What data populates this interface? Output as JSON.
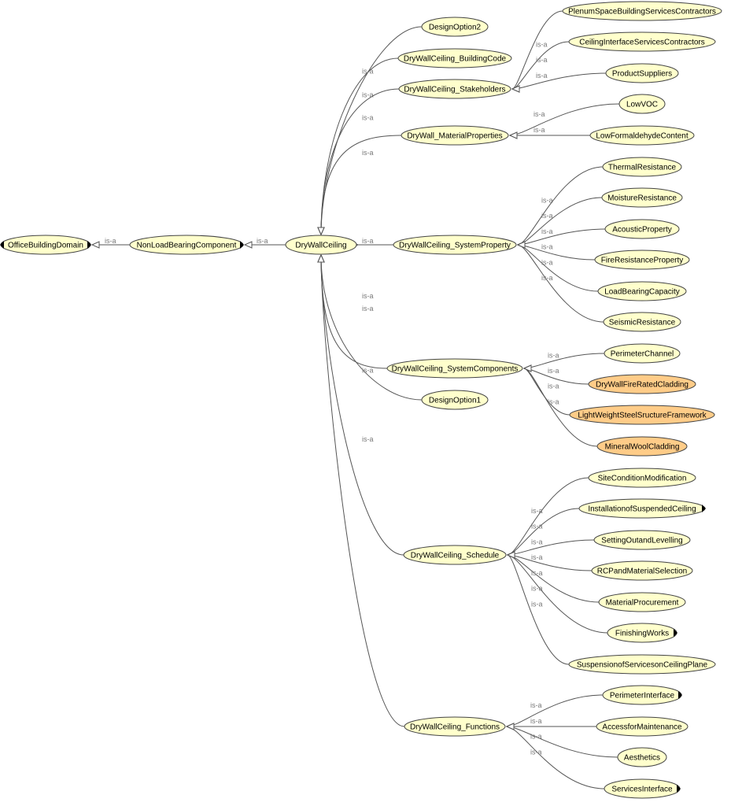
{
  "colors": {
    "node_default": "#ffffcc",
    "node_highlight": "#ffcc88",
    "edge": "#555555",
    "edge_label": "#777777"
  },
  "edge_label": "is-a",
  "nodes": [
    {
      "id": "OfficeBuildingDomain",
      "label": "OfficeBuildingDomain",
      "expand_left": true,
      "expand_right": true
    },
    {
      "id": "NonLoadBearingComponent",
      "label": "NonLoadBearingComponent",
      "expand_right": true
    },
    {
      "id": "DryWallCeiling",
      "label": "DryWallCeiling"
    },
    {
      "id": "DesignOption2",
      "label": "DesignOption2"
    },
    {
      "id": "DryWallCeiling_BuildingCode",
      "label": "DryWallCeiling_BuildingCode"
    },
    {
      "id": "DryWallCeiling_Stakeholders",
      "label": "DryWallCeiling_Stakeholders"
    },
    {
      "id": "DryWall_MaterialProperties",
      "label": "DryWall_MaterialProperties"
    },
    {
      "id": "DryWallCeiling_SystemProperty",
      "label": "DryWallCeiling_SystemProperty"
    },
    {
      "id": "DryWallCeiling_SystemComponents",
      "label": "DryWallCeiling_SystemComponents"
    },
    {
      "id": "DesignOption1",
      "label": "DesignOption1"
    },
    {
      "id": "DryWallCeiling_Schedule",
      "label": "DryWallCeiling_Schedule"
    },
    {
      "id": "DryWallCeiling_Functions",
      "label": "DryWallCeiling_Functions"
    },
    {
      "id": "PlenumSpaceBuildingServicesContractors",
      "label": "PlenumSpaceBuildingServicesContractors"
    },
    {
      "id": "CeilingInterfaceServicesContractors",
      "label": "CeilingInterfaceServicesContractors"
    },
    {
      "id": "ProductSuppliers",
      "label": "ProductSuppliers"
    },
    {
      "id": "LowVOC",
      "label": "LowVOC"
    },
    {
      "id": "LowFormaldehydeContent",
      "label": "LowFormaldehydeContent"
    },
    {
      "id": "ThermalResistance",
      "label": "ThermalResistance"
    },
    {
      "id": "MoistureResistance",
      "label": "MoistureResistance"
    },
    {
      "id": "AcousticProperty",
      "label": "AcousticProperty"
    },
    {
      "id": "FireResistanceProperty",
      "label": "FireResistanceProperty"
    },
    {
      "id": "LoadBearingCapacity",
      "label": "LoadBearingCapacity"
    },
    {
      "id": "SeismicResistance",
      "label": "SeismicResistance"
    },
    {
      "id": "PerimeterChannel",
      "label": "PerimeterChannel"
    },
    {
      "id": "DryWallFireRatedCladding",
      "label": "DryWallFireRatedCladding",
      "highlight": true
    },
    {
      "id": "LightWeightSteelSructureFramework",
      "label": "LightWeightSteelSructureFramework",
      "highlight": true
    },
    {
      "id": "MineralWoolCladding",
      "label": "MineralWoolCladding",
      "highlight": true
    },
    {
      "id": "SiteConditionModification",
      "label": "SiteConditionModification"
    },
    {
      "id": "InstallationofSuspendedCeiling",
      "label": "InstallationofSuspendedCeiling",
      "expand_right": true
    },
    {
      "id": "SettingOutandLevelling",
      "label": "SettingOutandLevelling"
    },
    {
      "id": "RCPandMaterialSelection",
      "label": "RCPandMaterialSelection"
    },
    {
      "id": "MaterialProcurement",
      "label": "MaterialProcurement"
    },
    {
      "id": "FinishingWorks",
      "label": "FinishingWorks",
      "expand_right": true
    },
    {
      "id": "SuspensionofServicesonCeilingPlane",
      "label": "SuspensionofServicesonCeilingPlane"
    },
    {
      "id": "PerimeterInterface",
      "label": "PerimeterInterface",
      "expand_right": true
    },
    {
      "id": "AccessforMaintenance",
      "label": "AccessforMaintenance"
    },
    {
      "id": "Aesthetics",
      "label": "Aesthetics"
    },
    {
      "id": "ServicesInterface",
      "label": "ServicesInterface",
      "expand_right": true
    }
  ],
  "edges": [
    {
      "from": "NonLoadBearingComponent",
      "to": "OfficeBuildingDomain"
    },
    {
      "from": "DryWallCeiling",
      "to": "NonLoadBearingComponent"
    },
    {
      "from": "DesignOption2",
      "to": "DryWallCeiling"
    },
    {
      "from": "DryWallCeiling_BuildingCode",
      "to": "DryWallCeiling"
    },
    {
      "from": "DryWallCeiling_Stakeholders",
      "to": "DryWallCeiling"
    },
    {
      "from": "DryWall_MaterialProperties",
      "to": "DryWallCeiling"
    },
    {
      "from": "DryWallCeiling_SystemProperty",
      "to": "DryWallCeiling"
    },
    {
      "from": "DryWallCeiling_SystemComponents",
      "to": "DryWallCeiling"
    },
    {
      "from": "DesignOption1",
      "to": "DryWallCeiling"
    },
    {
      "from": "DryWallCeiling_Schedule",
      "to": "DryWallCeiling"
    },
    {
      "from": "DryWallCeiling_Functions",
      "to": "DryWallCeiling"
    },
    {
      "from": "PlenumSpaceBuildingServicesContractors",
      "to": "DryWallCeiling_Stakeholders"
    },
    {
      "from": "CeilingInterfaceServicesContractors",
      "to": "DryWallCeiling_Stakeholders"
    },
    {
      "from": "ProductSuppliers",
      "to": "DryWallCeiling_Stakeholders"
    },
    {
      "from": "LowVOC",
      "to": "DryWall_MaterialProperties"
    },
    {
      "from": "LowFormaldehydeContent",
      "to": "DryWall_MaterialProperties"
    },
    {
      "from": "ThermalResistance",
      "to": "DryWallCeiling_SystemProperty"
    },
    {
      "from": "MoistureResistance",
      "to": "DryWallCeiling_SystemProperty"
    },
    {
      "from": "AcousticProperty",
      "to": "DryWallCeiling_SystemProperty"
    },
    {
      "from": "FireResistanceProperty",
      "to": "DryWallCeiling_SystemProperty"
    },
    {
      "from": "LoadBearingCapacity",
      "to": "DryWallCeiling_SystemProperty"
    },
    {
      "from": "SeismicResistance",
      "to": "DryWallCeiling_SystemProperty"
    },
    {
      "from": "PerimeterChannel",
      "to": "DryWallCeiling_SystemComponents"
    },
    {
      "from": "DryWallFireRatedCladding",
      "to": "DryWallCeiling_SystemComponents"
    },
    {
      "from": "LightWeightSteelSructureFramework",
      "to": "DryWallCeiling_SystemComponents"
    },
    {
      "from": "MineralWoolCladding",
      "to": "DryWallCeiling_SystemComponents"
    },
    {
      "from": "SiteConditionModification",
      "to": "DryWallCeiling_Schedule"
    },
    {
      "from": "InstallationofSuspendedCeiling",
      "to": "DryWallCeiling_Schedule"
    },
    {
      "from": "SettingOutandLevelling",
      "to": "DryWallCeiling_Schedule"
    },
    {
      "from": "RCPandMaterialSelection",
      "to": "DryWallCeiling_Schedule"
    },
    {
      "from": "MaterialProcurement",
      "to": "DryWallCeiling_Schedule"
    },
    {
      "from": "FinishingWorks",
      "to": "DryWallCeiling_Schedule"
    },
    {
      "from": "SuspensionofServicesonCeilingPlane",
      "to": "DryWallCeiling_Schedule"
    },
    {
      "from": "PerimeterInterface",
      "to": "DryWallCeiling_Functions"
    },
    {
      "from": "AccessforMaintenance",
      "to": "DryWallCeiling_Functions"
    },
    {
      "from": "Aesthetics",
      "to": "DryWallCeiling_Functions"
    },
    {
      "from": "ServicesInterface",
      "to": "DryWallCeiling_Functions"
    }
  ]
}
